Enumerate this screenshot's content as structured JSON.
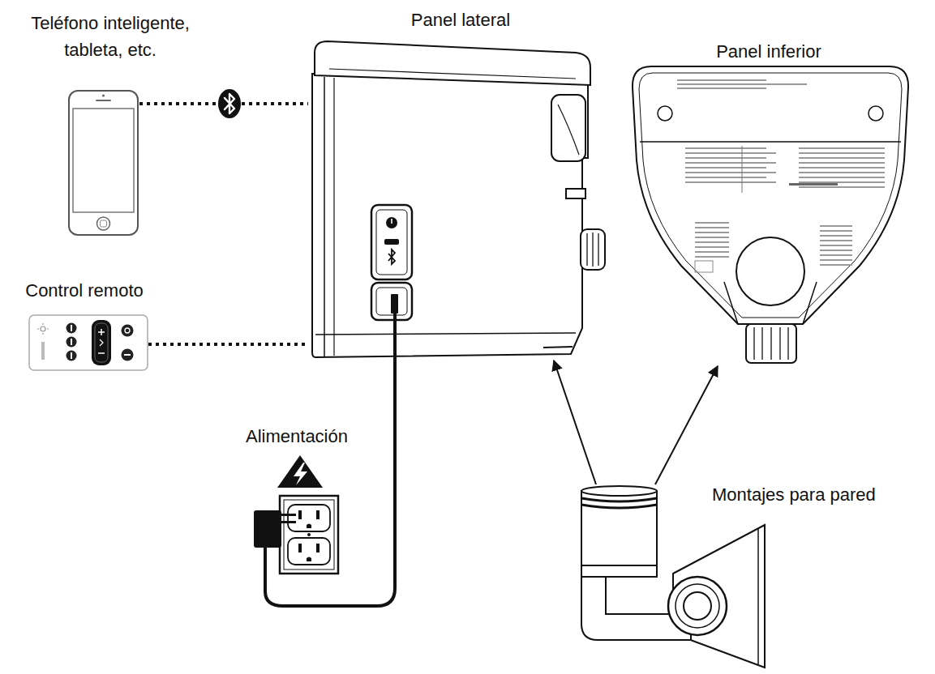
{
  "diagram": {
    "nodes": [
      {
        "text": [
          "Teléfono inteligente, tableta, etc."
        ]
      },
      {
        "text": [
          "Panel lateral"
        ]
      },
      {
        "text": [
          "Panel inferior"
        ]
      },
      {
        "text": [
          "Control remoto"
        ]
      },
      {
        "text": [
          "Alimentación"
        ]
      },
      {
        "text": [
          "Montajes para pared"
        ]
      }
    ],
    "edges": [
      {
        "from": 0,
        "to": 1,
        "arrow": "none"
      },
      {
        "from": 3,
        "to": 1,
        "arrow": "none"
      },
      {
        "from": 4,
        "to": 1,
        "arrow": "none"
      },
      {
        "from": 5,
        "to": 1,
        "arrow": "to"
      },
      {
        "from": 5,
        "to": 2,
        "arrow": "to"
      }
    ]
  }
}
